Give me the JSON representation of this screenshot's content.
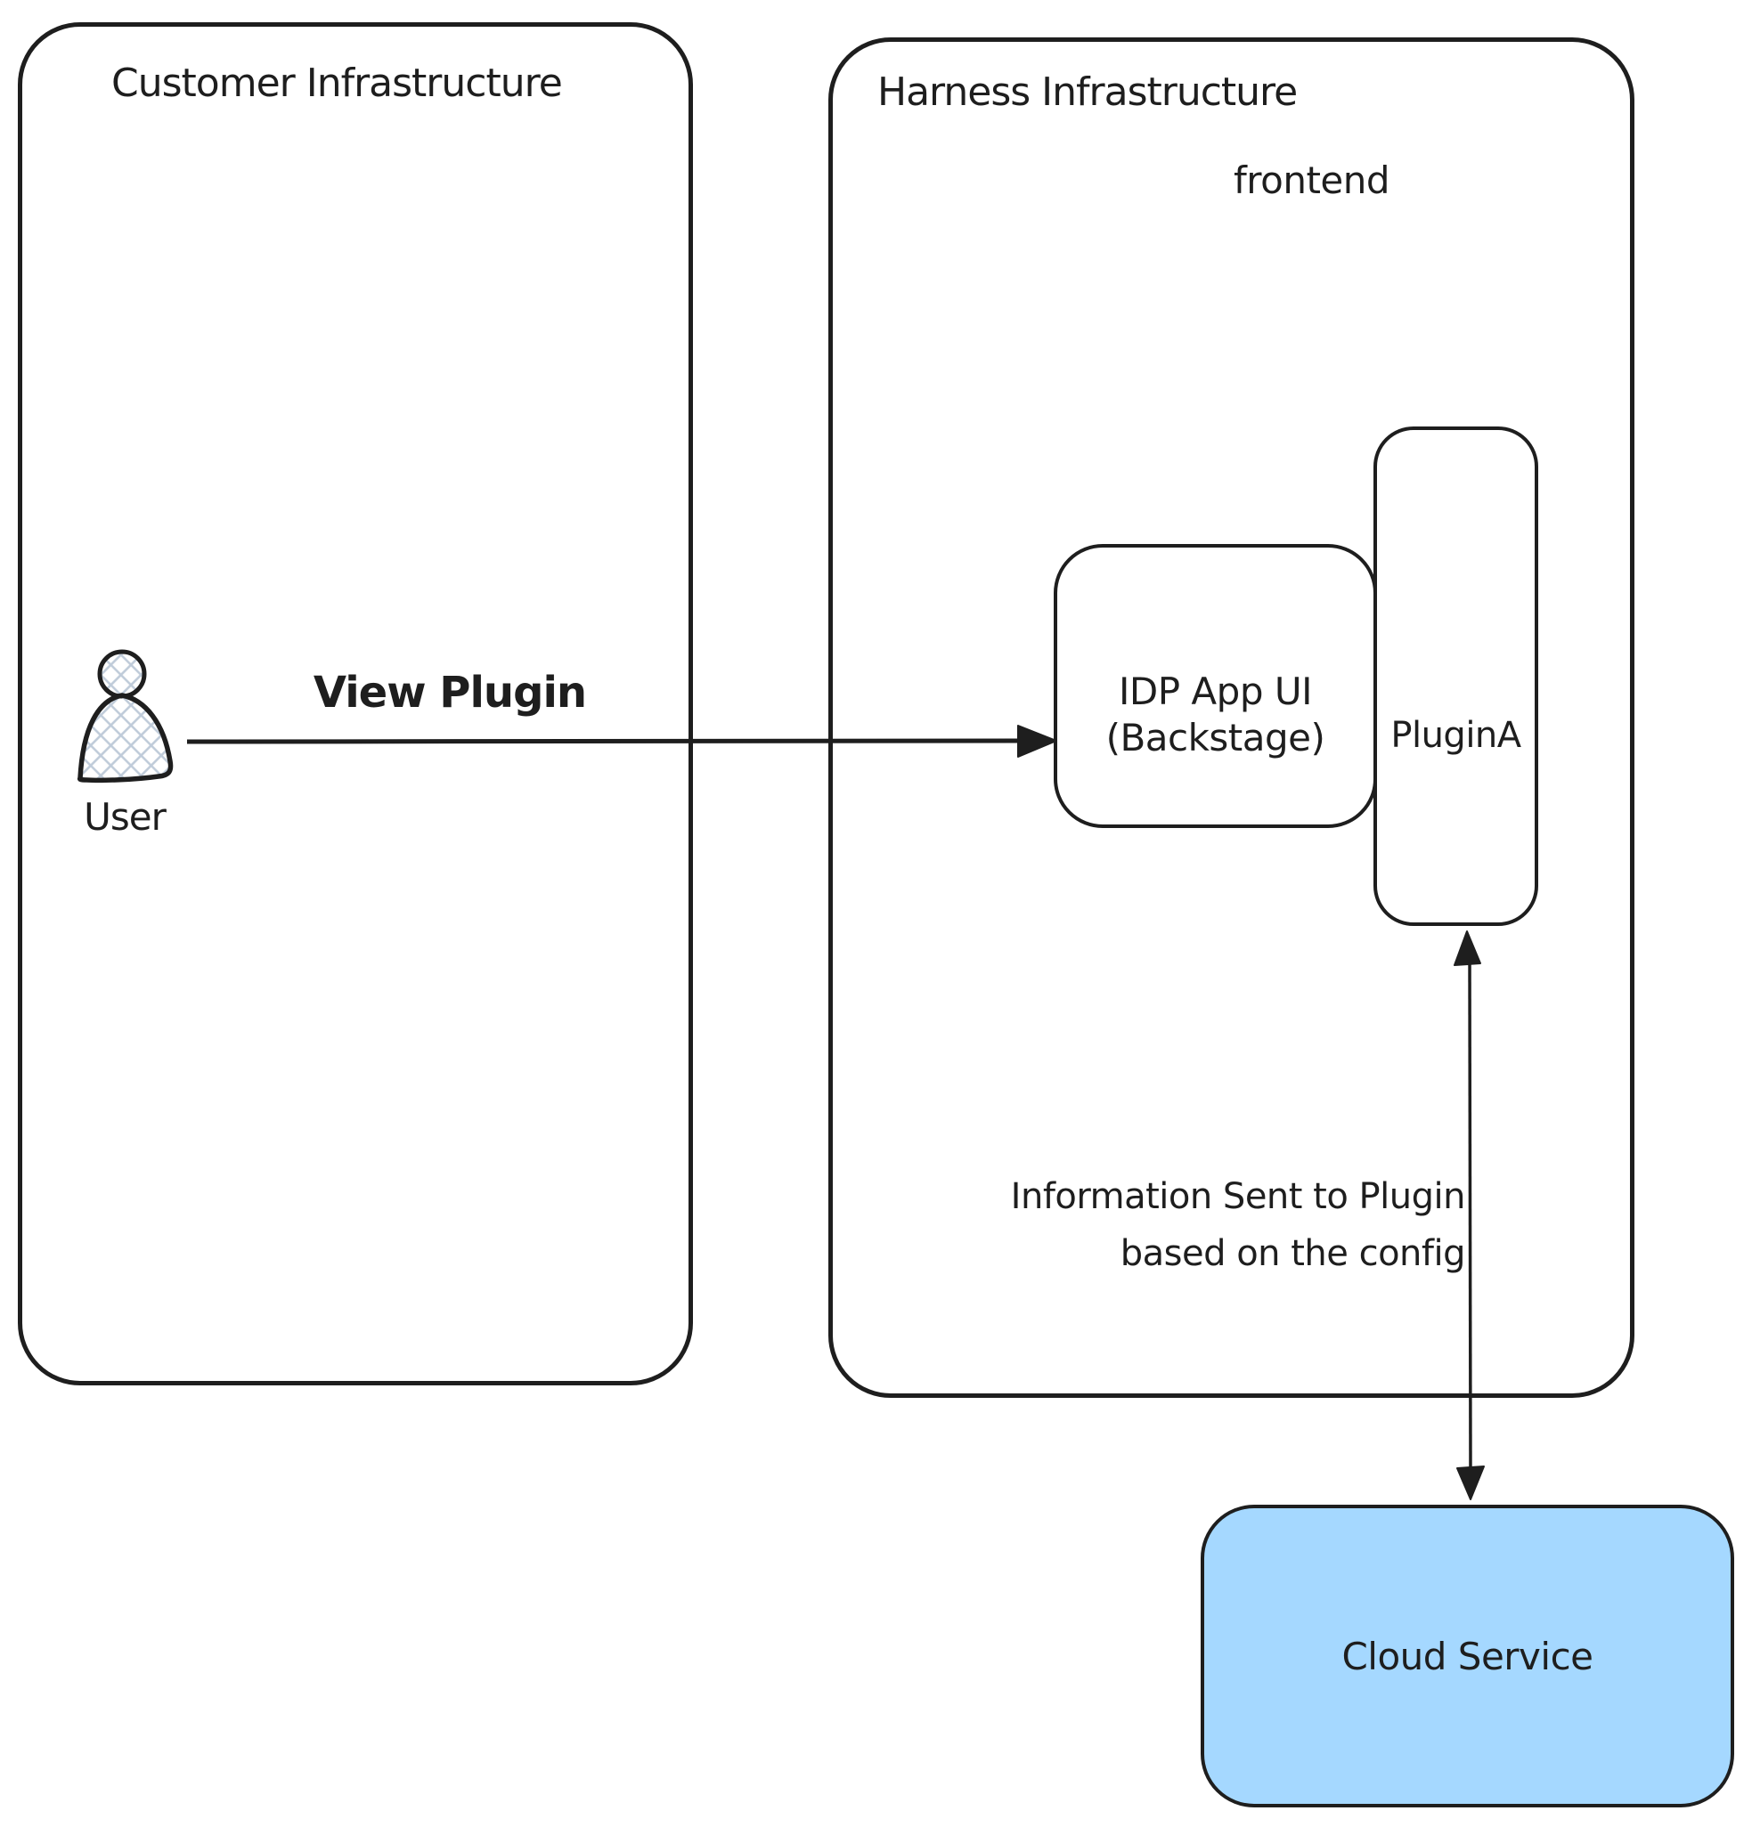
{
  "colors": {
    "stroke": "#1e1e1e",
    "cloud_fill": "#a5d8ff",
    "hatch_fill": "#bfcbd9",
    "background": "#ffffff"
  },
  "customer_box": {
    "title": "Customer Infrastructure"
  },
  "harness_box": {
    "title": "Harness Infrastructure",
    "frontend_label": "frontend"
  },
  "user": {
    "label": "User"
  },
  "idp_box": {
    "title_line1": "IDP App UI",
    "title_line2": "(Backstage)"
  },
  "plugin_box": {
    "label": "PluginA"
  },
  "cloud_box": {
    "label": "Cloud Service"
  },
  "edges": {
    "view_plugin": {
      "label": "View Plugin"
    },
    "info_to_plugin": {
      "label_line1": "Information Sent to Plugin",
      "label_line2": "based on the config"
    }
  }
}
